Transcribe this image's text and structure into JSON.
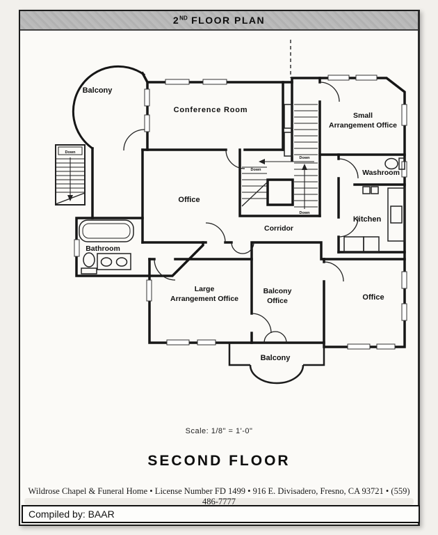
{
  "title_bar": {
    "floor_number": "2",
    "floor_sup": "ND",
    "title_rest": " FLOOR PLAN"
  },
  "rooms": {
    "balcony_top": {
      "label": "Balcony"
    },
    "conference": {
      "label": "Conference Room"
    },
    "small_arrangement": {
      "line1": "Small",
      "line2": "Arrangement Office"
    },
    "washroom": {
      "label": "Washroom"
    },
    "kitchen": {
      "label": "Kitchen"
    },
    "office_center": {
      "label": "Office"
    },
    "corridor": {
      "label": "Corridor"
    },
    "bathroom": {
      "label": "Bathroom"
    },
    "large_arrangement": {
      "line1": "Large",
      "line2": "Arrangement Office"
    },
    "balcony_office": {
      "line1": "Balcony",
      "line2": "Office"
    },
    "office_right": {
      "label": "Office"
    },
    "balcony_bottom": {
      "label": "Balcony"
    }
  },
  "stairs": {
    "down_label": "Down"
  },
  "scale_text": "Scale:  1/8\" = 1'-0\"",
  "floor_title": "SECOND  FLOOR",
  "footer_text": "Wildrose Chapel & Funeral Home  •  License Number FD 1499  •  916 E. Divisadero, Fresno, CA  93721  •  (559) 486-7777",
  "compiled_by": "Compiled by:  BAAR"
}
